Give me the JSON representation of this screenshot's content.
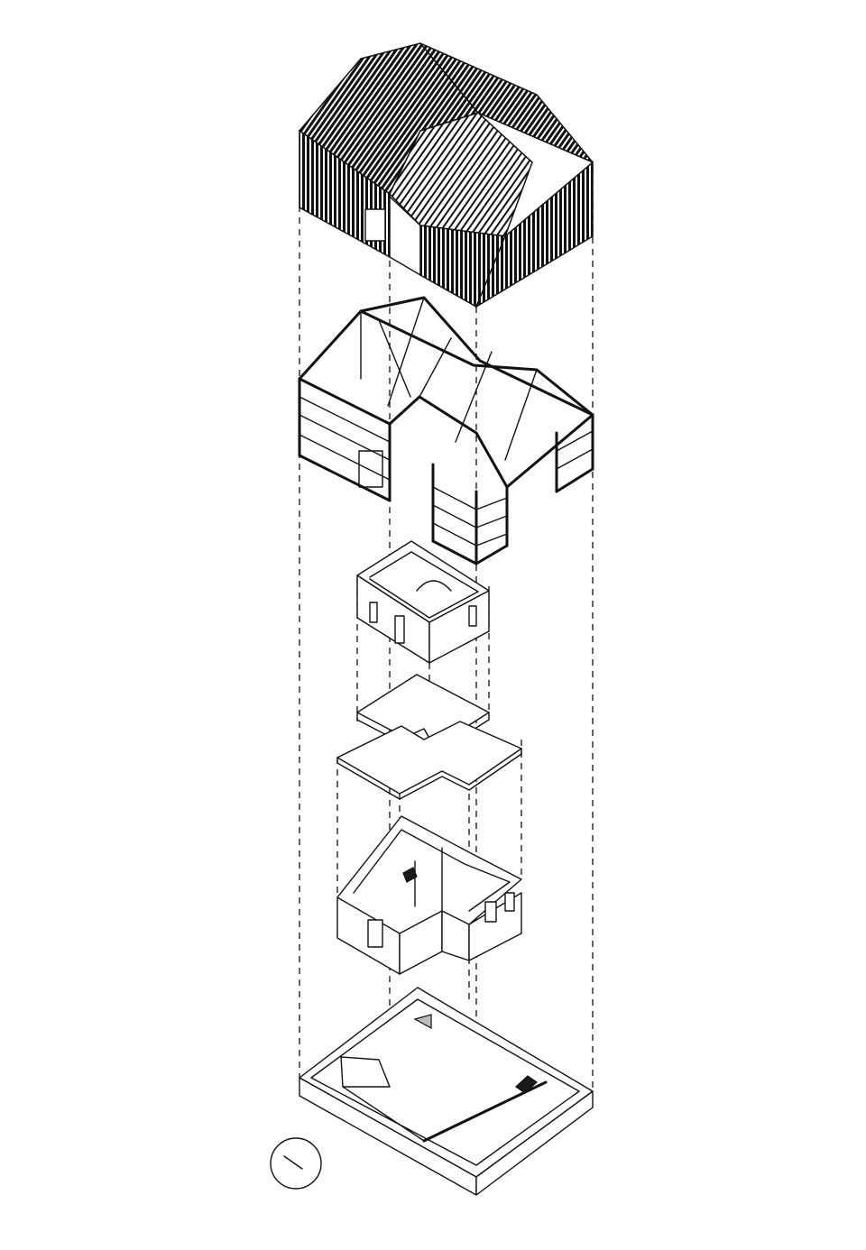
{
  "diagram": {
    "type": "exploded-axonometric",
    "layers": [
      {
        "id": "cladding",
        "icon": "corrugated-shed-cladding"
      },
      {
        "id": "frame",
        "icon": "steel-portal-frame"
      },
      {
        "id": "upper-walls",
        "icon": "upper-floor-walls"
      },
      {
        "id": "upper-slab",
        "icon": "upper-floor-slab"
      },
      {
        "id": "roof-slab",
        "icon": "ground-floor-roof-slab"
      },
      {
        "id": "ground-walls",
        "icon": "ground-floor-walls"
      },
      {
        "id": "base",
        "icon": "foundation-base"
      }
    ],
    "north_arrow": {
      "icon": "north-arrow-icon"
    },
    "colors": {
      "line": "#111111",
      "fill_dark": "#1a1a1a",
      "background": "#ffffff"
    }
  }
}
